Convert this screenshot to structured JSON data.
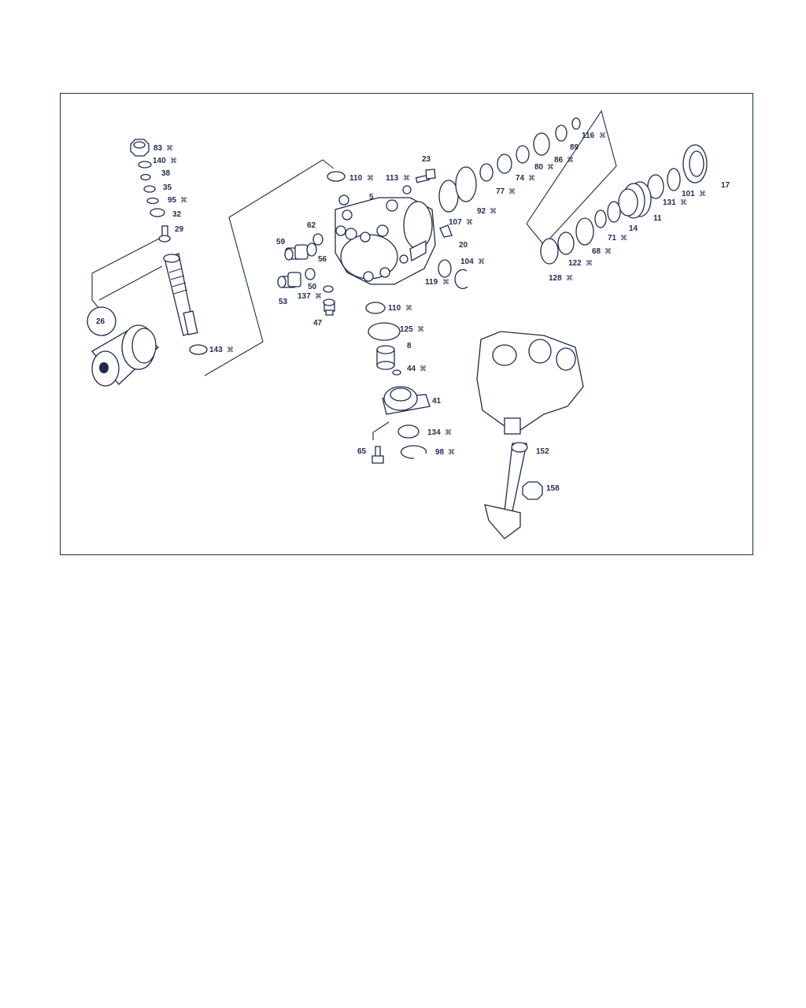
{
  "diagram": {
    "color": "#1f2b4d",
    "callouts": [
      {
        "id": "83",
        "mark": "⌘"
      },
      {
        "id": "140",
        "mark": "⌘"
      },
      {
        "id": "38",
        "mark": ""
      },
      {
        "id": "35",
        "mark": ""
      },
      {
        "id": "95",
        "mark": "⌘"
      },
      {
        "id": "32",
        "mark": ""
      },
      {
        "id": "29",
        "mark": ""
      },
      {
        "id": "26",
        "mark": ""
      },
      {
        "id": "143",
        "mark": "⌘"
      },
      {
        "id": "110",
        "mark": "⌘"
      },
      {
        "id": "5",
        "mark": ""
      },
      {
        "id": "113",
        "mark": "⌘"
      },
      {
        "id": "23",
        "mark": ""
      },
      {
        "id": "62",
        "mark": ""
      },
      {
        "id": "59",
        "mark": ""
      },
      {
        "id": "56",
        "mark": ""
      },
      {
        "id": "53",
        "mark": ""
      },
      {
        "id": "50",
        "mark": ""
      },
      {
        "id": "137",
        "mark": "⌘"
      },
      {
        "id": "47",
        "mark": ""
      },
      {
        "id": "107",
        "mark": "⌘"
      },
      {
        "id": "92",
        "mark": "⌘"
      },
      {
        "id": "20",
        "mark": ""
      },
      {
        "id": "104",
        "mark": "⌘"
      },
      {
        "id": "119",
        "mark": "⌘"
      },
      {
        "id": "77",
        "mark": "⌘"
      },
      {
        "id": "74",
        "mark": "⌘"
      },
      {
        "id": "80",
        "mark": "⌘"
      },
      {
        "id": "86",
        "mark": "⌘"
      },
      {
        "id": "89",
        "mark": ""
      },
      {
        "id": "116",
        "mark": "⌘"
      },
      {
        "id": "17",
        "mark": ""
      },
      {
        "id": "101",
        "mark": "⌘"
      },
      {
        "id": "131",
        "mark": "⌘"
      },
      {
        "id": "11",
        "mark": ""
      },
      {
        "id": "14",
        "mark": ""
      },
      {
        "id": "71",
        "mark": "⌘"
      },
      {
        "id": "68",
        "mark": "⌘"
      },
      {
        "id": "122",
        "mark": "⌘"
      },
      {
        "id": "128",
        "mark": "⌘"
      },
      {
        "id": "110b",
        "text": "110",
        "mark": "⌘"
      },
      {
        "id": "125",
        "mark": "⌘"
      },
      {
        "id": "8",
        "mark": ""
      },
      {
        "id": "44",
        "mark": "⌘"
      },
      {
        "id": "41",
        "mark": ""
      },
      {
        "id": "134",
        "mark": "⌘"
      },
      {
        "id": "65",
        "mark": ""
      },
      {
        "id": "98",
        "mark": "⌘"
      },
      {
        "id": "152",
        "mark": ""
      },
      {
        "id": "158",
        "mark": ""
      }
    ]
  }
}
